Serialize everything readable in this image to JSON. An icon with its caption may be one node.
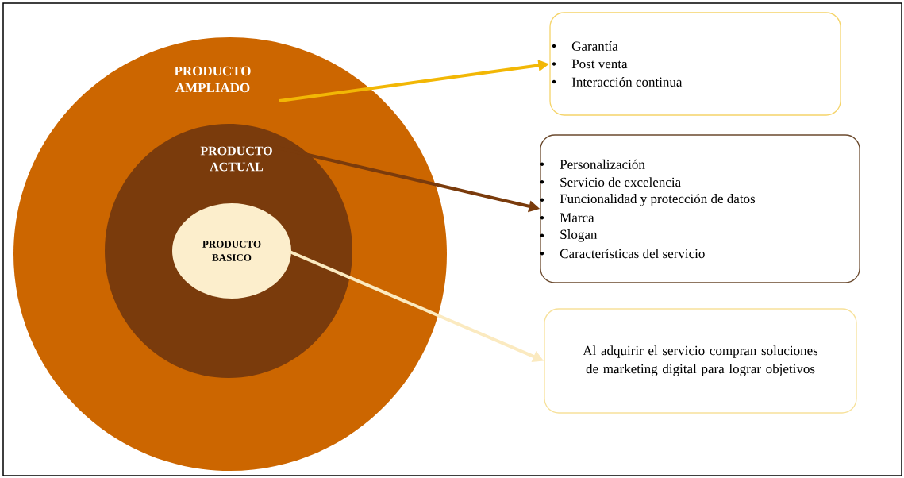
{
  "diagram": {
    "nodes": [
      {
        "text": [
          "PRODUCTO AMPLIADO"
        ]
      },
      {
        "text": [
          "PRODUCTO ACTUAL"
        ],
        "in": 0
      },
      {
        "text": [
          "PRODUCTO BASICO"
        ],
        "in": 1
      },
      {
        "text": [
          "Garantía",
          "Post venta",
          "Interacción continua"
        ]
      },
      {
        "text": [
          "Personalización",
          "Servicio de excelencia",
          "Funcionalidad y protección de datos",
          "Marca",
          "Slogan",
          "Características del servicio"
        ]
      },
      {
        "text": [
          "Al adquirir el servicio compran soluciones de marketing digital para lograr objetivos"
        ]
      }
    ],
    "edges": [
      {
        "from": 0,
        "to": 3,
        "arrow": "to",
        "color": "#f2b705"
      },
      {
        "from": 1,
        "to": 4,
        "arrow": "to",
        "color": "#7a3b0c"
      },
      {
        "from": 2,
        "to": 5,
        "arrow": "to",
        "color": "#fbeac0"
      }
    ]
  }
}
